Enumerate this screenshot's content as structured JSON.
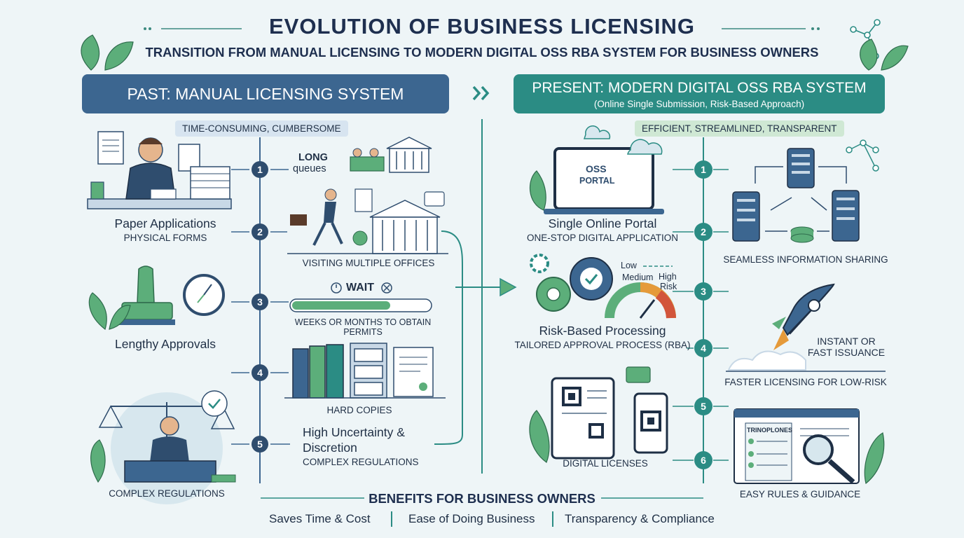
{
  "title": "EVOLUTION OF BUSINESS LICENSING",
  "subtitle": "TRANSITION FROM MANUAL LICENSING TO MODERN DIGITAL OSS RBA SYSTEM FOR BUSINESS OWNERS",
  "past": {
    "header": "PAST: MANUAL LICENSING SYSTEM",
    "tag": "TIME-CONSUMING, CUMBERSOME",
    "paper_title": "Paper Applications",
    "paper_sub": "PHYSICAL FORMS",
    "approvals_title": "Lengthy Approvals",
    "regulations_left": "COMPLEX REGULATIONS",
    "long_queues_1": "LONG",
    "long_queues_2": "queues",
    "offices": "VISITING MULTIPLE OFFICES",
    "wait": "WAIT",
    "weeks": "WEEKS OR MONTHS TO OBTAIN PERMITS",
    "hard_copies": "HARD COPIES",
    "uncertainty_1": "High Uncertainty &",
    "uncertainty_2": "Discretion",
    "uncertainty_sub": "COMPLEX REGULATIONS",
    "steps": [
      "1",
      "2",
      "3",
      "4",
      "5"
    ]
  },
  "present": {
    "header": "PRESENT: MODERN DIGITAL OSS RBA SYSTEM",
    "header_sub": "(Online Single Submission, Risk-Based Approach)",
    "tag": "EFFICIENT, STREAMLINED, TRANSPARENT",
    "portal_screen_1": "OSS",
    "portal_screen_2": "PORTAL",
    "portal_title": "Single Online Portal",
    "portal_sub": "ONE-STOP DIGITAL APPLICATION",
    "risk_low": "Low",
    "risk_medium": "Medium",
    "risk_high_1": "High",
    "risk_high_2": "Risk",
    "risk_title": "Risk-Based Processing",
    "risk_sub": "TAILORED APPROVAL PROCESS (RBA)",
    "digital_licenses": "DIGITAL LICENSES",
    "sharing": "SEAMLESS INFORMATION SHARING",
    "instant_1": "INSTANT OR",
    "instant_2": "FAST ISSUANCE",
    "faster": "FASTER LICENSING FOR LOW-RISK",
    "guidance_screen": "TRINOPLONES",
    "guidance": "EASY RULES & GUIDANCE",
    "steps": [
      "1",
      "2",
      "3",
      "4",
      "5",
      "6"
    ]
  },
  "benefits": {
    "title": "BENEFITS FOR BUSINESS OWNERS",
    "items": [
      "Saves Time & Cost",
      "Ease of Doing Business",
      "Transparency & Compliance"
    ]
  },
  "colors": {
    "navy": "#3c6690",
    "teal": "#2b8c84",
    "green": "#5cae7a",
    "background": "#eef5f7"
  }
}
